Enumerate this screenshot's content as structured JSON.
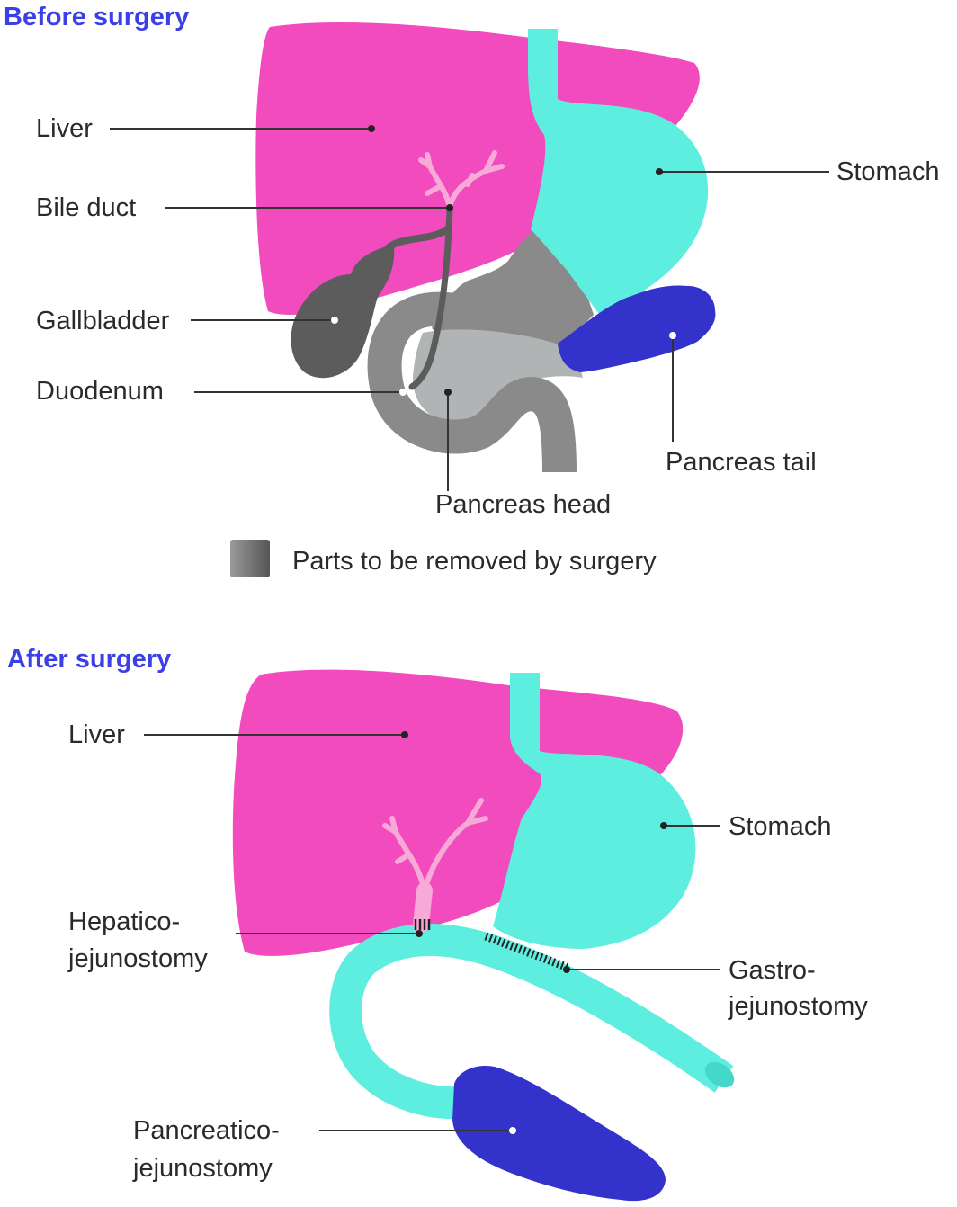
{
  "before": {
    "title": "Before surgery",
    "labels": {
      "liver": "Liver",
      "bile_duct": "Bile duct",
      "gallbladder": "Gallbladder",
      "duodenum": "Duodenum",
      "stomach": "Stomach",
      "pancreas_tail": "Pancreas tail",
      "pancreas_head": "Pancreas head"
    },
    "legend": "Parts to be removed by surgery"
  },
  "after": {
    "title": "After surgery",
    "labels": {
      "liver": "Liver",
      "stomach": "Stomach",
      "hepatico_1": "Hepatico-",
      "hepatico_2": "jejunostomy",
      "gastro_1": "Gastro-",
      "gastro_2": "jejunostomy",
      "pancreatico_1": "Pancreatico-",
      "pancreatico_2": "jejunostomy"
    }
  },
  "colors": {
    "liver": "#f24bbd",
    "stomach": "#5eeee0",
    "pancreas_tail": "#3333cc",
    "removed_dark": "#5c5c5c",
    "removed_mid": "#8a8a8a",
    "removed_light": "#b0b4b4",
    "bile_tree": "#f7a9d8",
    "title": "#3b3fe6"
  }
}
